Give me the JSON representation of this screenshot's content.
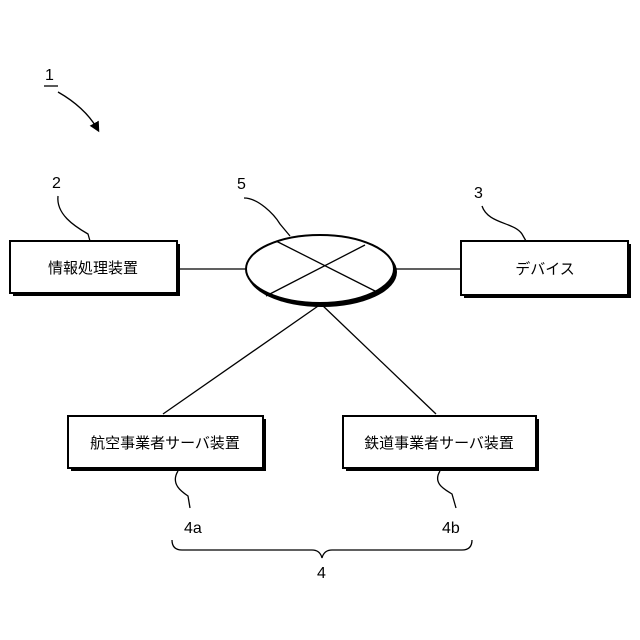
{
  "figure": {
    "ref_main": "1",
    "ref_info": "2",
    "ref_device": "3",
    "ref_servers": "4",
    "ref_network": "5",
    "ref_airline": "4a",
    "ref_rail": "4b"
  },
  "boxes": {
    "info_processing": "情報処理装置",
    "device": "デバイス",
    "airline_server": "航空事業者サーバ装置",
    "rail_server": "鉄道事業者サーバ装置"
  }
}
